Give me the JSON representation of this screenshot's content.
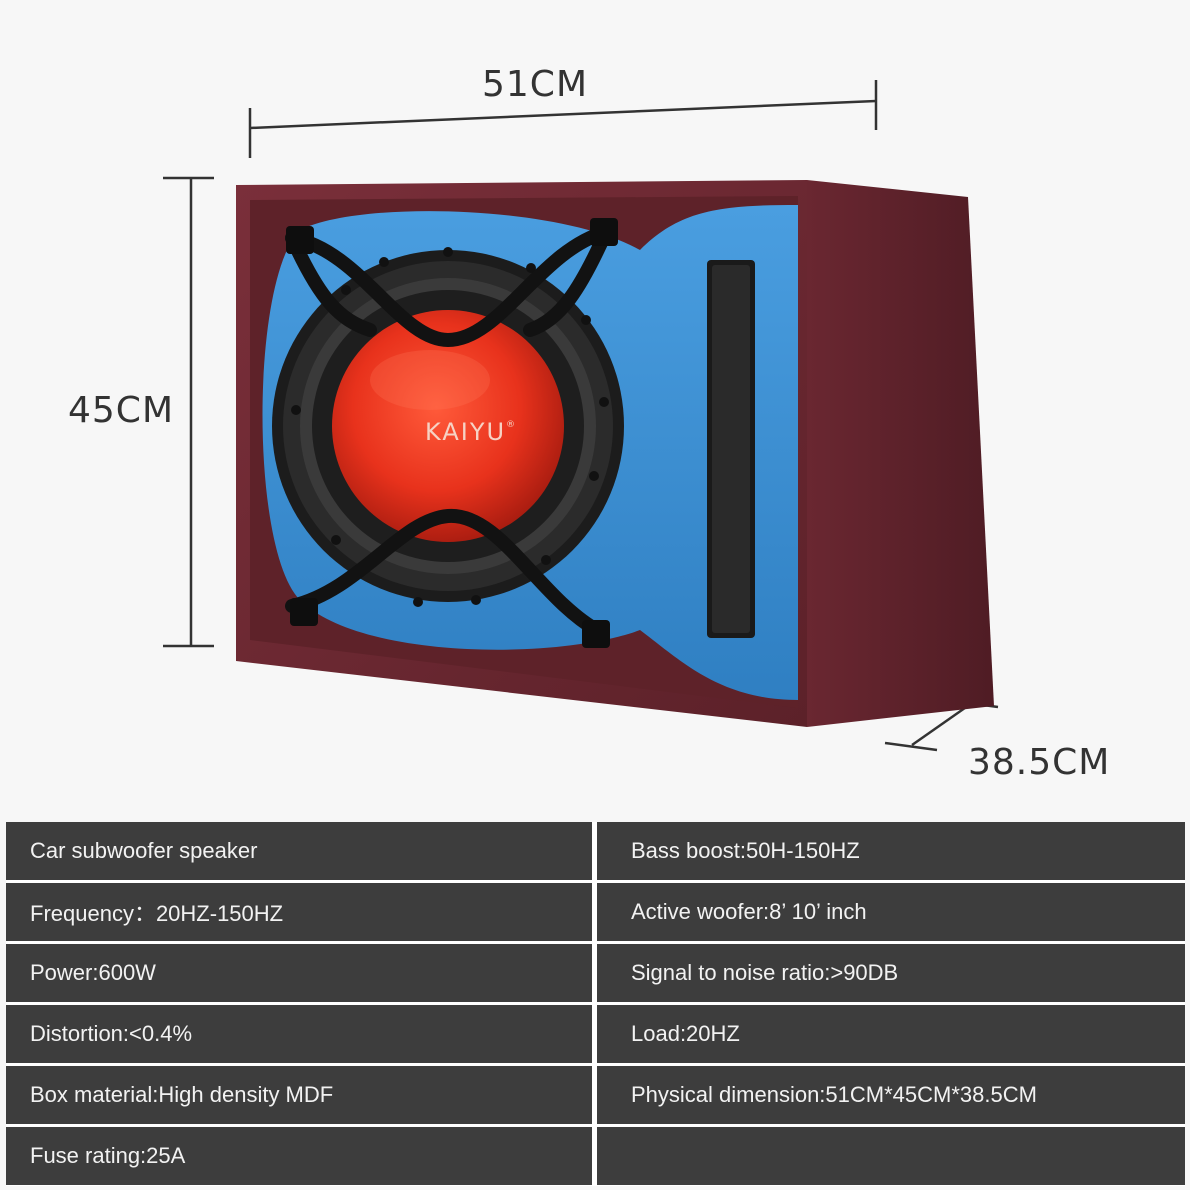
{
  "dimensions": {
    "width": "51CM",
    "height": "45CM",
    "depth": "38.5CM"
  },
  "brand": {
    "logo_text": "KAIYU",
    "trademark": "®"
  },
  "colors": {
    "enclosure_carpet": "#6e2a33",
    "baffle_blue": "#3d8fd1",
    "cone_red": "#e8321c",
    "table_cell": "#3d3d3d",
    "table_text": "#f2f2f2"
  },
  "specs": {
    "rows": [
      {
        "left": "Car subwoofer speaker",
        "right": "Bass boost:50H-150HZ"
      },
      {
        "left": "Frequency：20HZ-150HZ",
        "right": "Active woofer:8’ 10’ inch"
      },
      {
        "left": "Power:600W",
        "right": "Signal to noise ratio:>90DB"
      },
      {
        "left": "Distortion:<0.4%",
        "right": "Load:20HZ"
      },
      {
        "left": "Box material:High density MDF",
        "right": "Physical dimension:51CM*45CM*38.5CM"
      },
      {
        "left": "Fuse rating:25A",
        "right": ""
      }
    ]
  }
}
